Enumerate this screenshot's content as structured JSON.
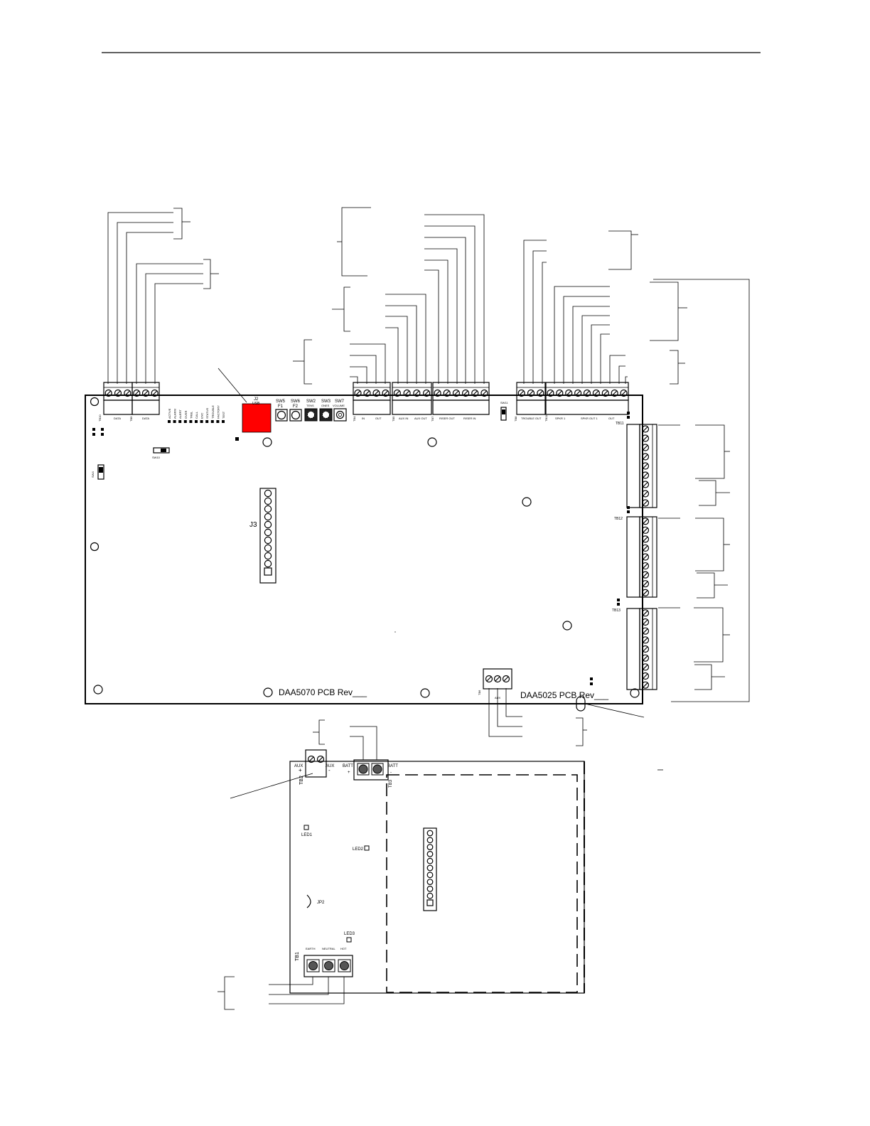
{
  "pcb_labels": {
    "daa5070": "DAA5070 PCB Rev___",
    "daa5025": "DAA5025 PCB Rev___",
    "j2": "J2",
    "usb": "USB",
    "j3": "J3"
  },
  "switches": {
    "sw5": "SW5",
    "f1": "F1",
    "sw6": "SW6",
    "f2": "F2",
    "sw2": "SW2",
    "sw2_sub": "TENS",
    "sw3": "SW3",
    "sw3_sub": "ONES",
    "sw7": "SW7",
    "sw7_sub": "VOLUME",
    "sw11": "SW11",
    "sw10": "SW10",
    "sw4": "SW4"
  },
  "top_terminals": {
    "tb10": "TB10",
    "data_a": "DATA",
    "tb9": "TB9",
    "data_b": "DATA",
    "tb4": "TB4",
    "tb4_in": "IN",
    "tb4_out": "OUT",
    "tb5": "TB5",
    "aux_in": "AUX IN",
    "aux_out": "AUX OUT",
    "tb7": "TB7",
    "riser_out": "RISER OUT",
    "riser_in": "RISER IN",
    "tb8": "TB8",
    "trouble_out": "TROUBLE OUT",
    "tb11_top": "TB11",
    "spkr1": "SPKR 1",
    "spkr_out1": "SPKR OUT 1",
    "out": "OUT"
  },
  "side_terminals": {
    "tb11": "TB11",
    "tb12": "TB12",
    "tb13": "TB13",
    "tb6": "TB6",
    "aux_tb6": "AUX"
  },
  "led_labels": [
    "ACTIVE",
    "ALARM",
    "ALERT",
    "OVER",
    "TRBL",
    "CALL",
    "ENC",
    "STATUS",
    "TROUBLE",
    "FACTORY",
    "TEST"
  ],
  "power_supply": {
    "aux_left": "AUX",
    "aux_plus": "+",
    "aux_right": "AUX",
    "aux_minus": "-",
    "tb2": "TB2",
    "batt_left": "BATT",
    "batt_plus": "+",
    "batt_right": "BATT",
    "batt_minus": "-",
    "tb3": "TB3",
    "led1": "LED1",
    "led2": "LED2",
    "led3": "LED3",
    "jp2": "JP2",
    "tb1": "TB1",
    "earth": "EARTH",
    "neutral": "NEUTRAL",
    "hot": "HOT"
  }
}
